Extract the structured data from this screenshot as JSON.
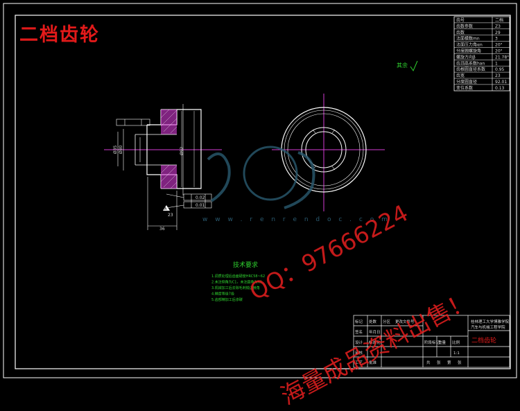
{
  "title": "二档齿轮",
  "surface_mark": "其余",
  "params_table": {
    "header": [
      "齿号",
      "二档"
    ],
    "rows": [
      [
        "齿数参数",
        "Z3"
      ],
      [
        "齿数",
        "29"
      ],
      [
        "法面模数mn",
        "3"
      ],
      [
        "法面压力角αn",
        "20°"
      ],
      [
        "分度圆螺旋角",
        "20°"
      ],
      [
        "螺旋方向β",
        "21.78°"
      ],
      [
        "齿顶高系数han",
        "1"
      ],
      [
        "齿根圆直径系数",
        "0.95"
      ],
      [
        "齿宽",
        "23"
      ],
      [
        "分度圆直径",
        "92.01"
      ],
      [
        "变位系数",
        "0.13"
      ]
    ]
  },
  "tech_req": {
    "title": "技术要求",
    "items": [
      "1.调质处理后齿面硬度HRC58~62",
      "2.未注倒角为C1，未注圆角为R1",
      "3.机械加工后去除毛刺锐边棱角",
      "4.精度等级7级",
      "5.齿部精加工后渗碳"
    ]
  },
  "dims": {
    "width": "36",
    "d1": "Ø92",
    "d2": "Ø80",
    "d3": "Ø35",
    "gdt1": "0.02",
    "gdt2": "0.01",
    "small": "23"
  },
  "title_block": {
    "school": "桂林理工大学博雅学院",
    "subtitle": "汽车与机械工程学院",
    "drawing_name": "二档齿轮",
    "labels": [
      "标记",
      "处数",
      "分区",
      "更改文件号",
      "签名",
      "年月日"
    ],
    "labels2": [
      "设计",
      "标准化",
      "审核",
      "工艺",
      "批准"
    ],
    "stage_labels": [
      "阶段标记",
      "重量",
      "比例"
    ],
    "scale": "1:1",
    "sheet": [
      "共",
      "张",
      "第",
      "张"
    ]
  },
  "watermarks": {
    "qq": "QQ：97666224",
    "sale": "海量成品资料出售！",
    "url": "w w w . r e n r e n d o c . c o m"
  }
}
